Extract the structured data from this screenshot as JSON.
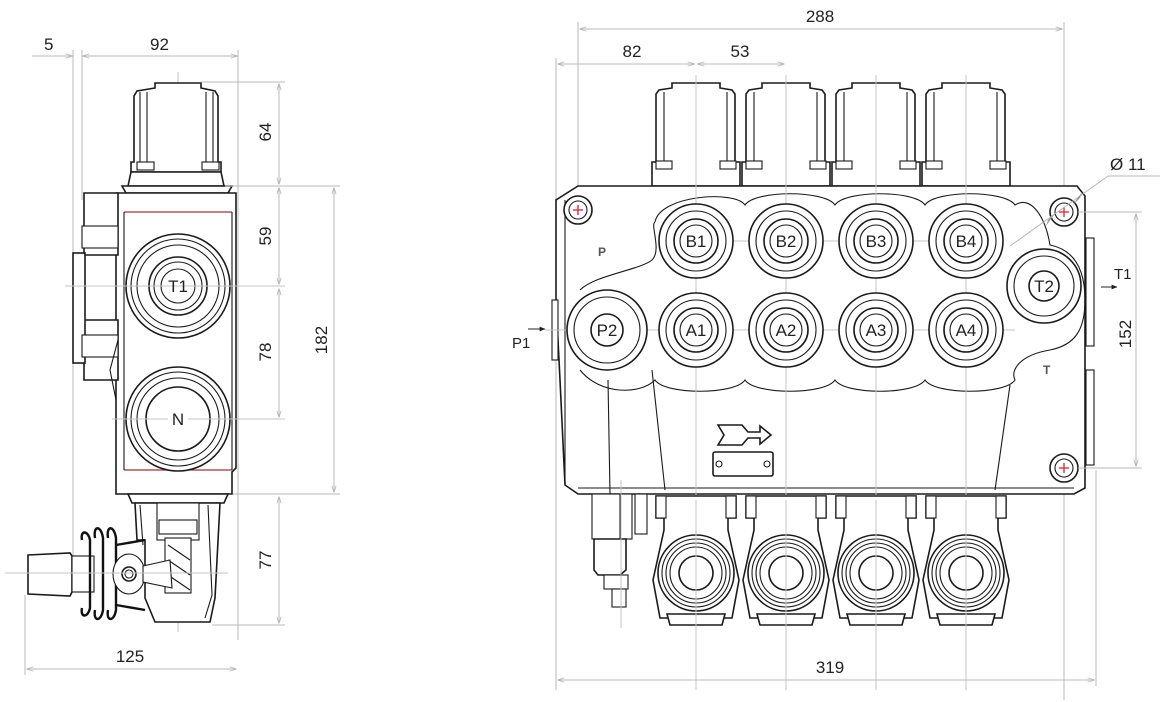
{
  "title": "Hydraulic directional control valve – dimension drawing",
  "side_view": {
    "dimensions": {
      "offset_top": "5",
      "width_top": "92",
      "handle_height": "64",
      "to_T1": "59",
      "T1_to_N": "78",
      "body_height": "182",
      "lever_height": "77",
      "overall_width": "125"
    },
    "ports": {
      "T1": "T1",
      "N": "N"
    }
  },
  "front_view": {
    "dimensions": {
      "mount_span": "288",
      "first_spool": "82",
      "spool_pitch": "53",
      "hole_diameter": "Ø 11",
      "mount_height": "152",
      "overall_width": "319"
    },
    "ports_upper": [
      "B1",
      "B2",
      "B3",
      "B4"
    ],
    "ports_lower": [
      "A1",
      "A2",
      "A3",
      "A4"
    ],
    "pressure_port": "P2",
    "tank_port": "T2",
    "inlet_label": "P1",
    "tank_side_label": "T1",
    "body_mark_p": "P",
    "body_mark_t": "T"
  },
  "colors": {
    "outline": "#1a1a1a",
    "dimension_line": "#b8b8b8",
    "mount_center": "#e0303a"
  }
}
